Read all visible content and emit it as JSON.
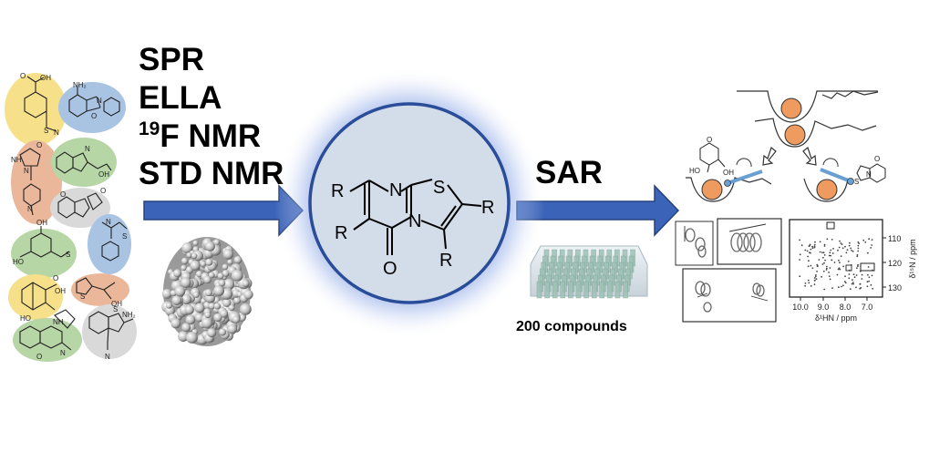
{
  "methods": {
    "spr": "SPR",
    "ella": "ELLA",
    "f19_sup": "19",
    "f19_rest": "F NMR",
    "std": "STD NMR"
  },
  "scaffold": {
    "r_top_left": "R",
    "r_left": "R",
    "r_right": "R",
    "r_bottom": "R",
    "n_top": "N",
    "n_bridge": "N",
    "s_atom": "S",
    "o_atom": "O"
  },
  "sar_label": "SAR",
  "compounds_label": "200 compounds",
  "fragments": {
    "oh": "OH",
    "o": "O",
    "nh2": "NH₂",
    "n": "N",
    "s": "S",
    "ho": "HO",
    "nh": "N​H",
    "h": "H"
  },
  "sugar_labels": {
    "o": "O",
    "ho": "HO",
    "oh": "OH"
  },
  "ligand_labels": {
    "o": "O",
    "s": "S",
    "n": "N"
  },
  "nmr": {
    "x_label": "δ¹HN / ppm",
    "y_label": "δ¹⁵N / ppm",
    "x_ticks": [
      "10.0",
      "9.0",
      "8.0",
      "7.0"
    ],
    "y_ticks": [
      "110",
      "120",
      "130"
    ]
  },
  "colors": {
    "arrow_blue": "#3b63b8",
    "arrow_dark": "#27437f",
    "circle_fill": "#d3dce9",
    "circle_stroke": "#2a4d9a",
    "glow": "#6f8fdc",
    "frag_yellow": "#f6e08a",
    "frag_blue": "#a9c3e3",
    "frag_orange": "#eab79a",
    "frag_green": "#b7d6a6",
    "frag_gray": "#d9d9d9",
    "ball_orange": "#ef9a5e",
    "probe_blue": "#6a9fd3"
  }
}
